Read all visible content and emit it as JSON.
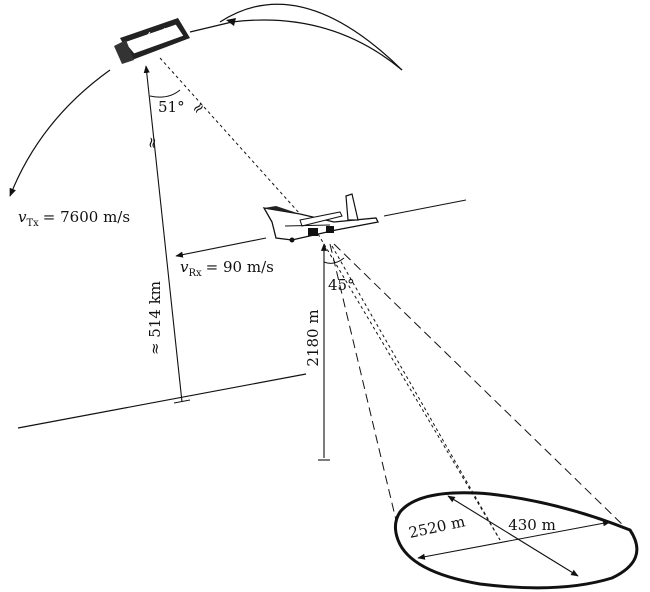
{
  "figure": {
    "transmitter_velocity": {
      "symbol": "v",
      "subscript": "Tx",
      "value": "= 7600 m/s"
    },
    "receiver_velocity": {
      "symbol": "v",
      "subscript": "Rx",
      "value": "= 90 m/s"
    },
    "transmitter_height": "≈ 514 km",
    "receiver_height": "2180 m",
    "transmitter_angle": "51°",
    "receiver_angle": "45°",
    "footprint_length": "2520 m",
    "footprint_width": "430 m",
    "break_mark": "≈"
  }
}
